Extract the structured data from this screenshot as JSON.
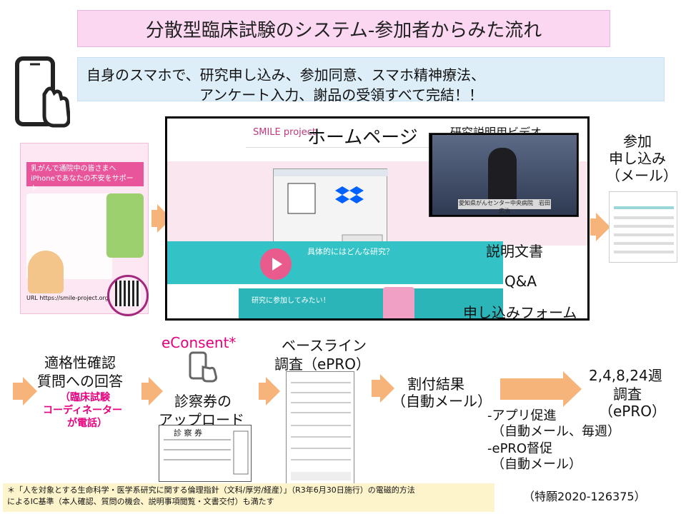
{
  "title": "分散型臨床試験のシステム-参加者からみた流れ",
  "banner": {
    "line1": "自身のスマホで、研究申し込み、参加同意、スマホ精神療法、",
    "line2": "アンケート入力、謝品の受領すべて完結！！"
  },
  "flyer": {
    "heading": "乳がんで通院中の皆さまへ iPhoneであなたの不安をサポート",
    "url": "URL https://smile-project.org"
  },
  "website": {
    "brand": "SMILE project",
    "homepage_label": "ホームページ",
    "video_label": "研究説明用ビデオ",
    "video_caption": "愛知県がんセンター中央病院　岩田　広治",
    "doc_label": "説明文書",
    "qa_label": "Q&A",
    "form_label": "申し込みフォーム",
    "join_text": "研究に参加してみたい！",
    "about_text": "具体的にはどんな研究？"
  },
  "apply": {
    "label_line1": "参加",
    "label_line2": "申し込み",
    "label_line3": "（メール）"
  },
  "flow": {
    "eligibility_line1": "適格性確認",
    "eligibility_line2": "質問への回答",
    "coordinator_line1": "（臨床試験",
    "coordinator_line2": "コーディネーター",
    "coordinator_line3": "が電話）",
    "econsent": "eConsent*",
    "upload_line1": "診察券の",
    "upload_line2": "アップロード",
    "card_title": "診 察 券",
    "baseline_line1": "ベースライン",
    "baseline_line2": "調査（ePRO）",
    "allocation_line1": "割付結果",
    "allocation_line2": "（自動メール）",
    "weeks_line1": "2,4,8,24週",
    "weeks_line2": "調査",
    "weeks_line3": "（ePRO）",
    "promo_line1": "-アプリ促進",
    "promo_line2": "（自動メール、毎週）",
    "remind_line1": "-ePRO督促",
    "remind_line2": "（自動メール）"
  },
  "footnote": {
    "line1": "＊「人を対象とする生命科学・医学系研究に関する倫理指針（文科/厚労/経産）」（R3年6月30日施行）の電磁的方法",
    "line2": "によるIC基準（本人確認、質問の機会、説明事項閲覧・文書交付）も満たす"
  },
  "patent": "（特願2020-126375）",
  "colors": {
    "title_bg": "#fbd7f2",
    "banner_bg": "#deeef9",
    "arrow": "#f6b47b",
    "accent_pink": "#e6007e",
    "footnote_bg": "#fdf4cc"
  }
}
